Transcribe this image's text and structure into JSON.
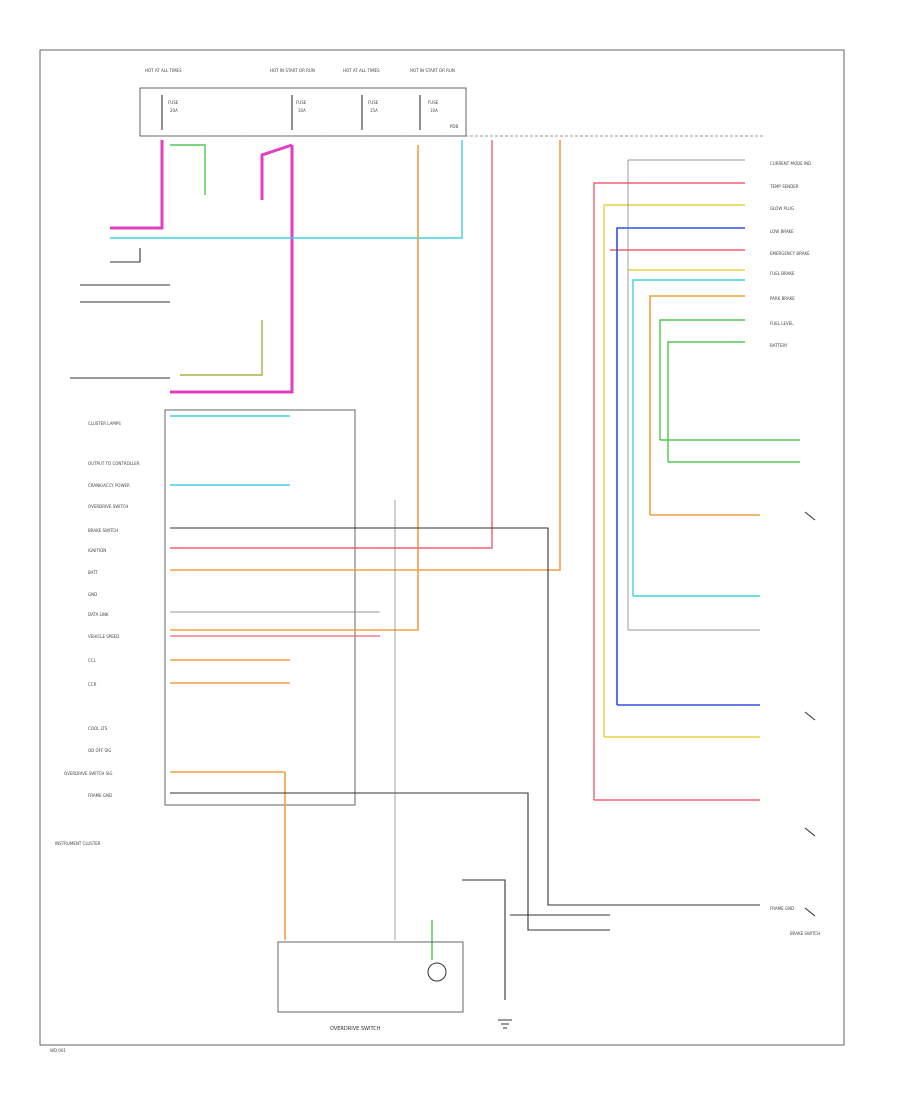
{
  "fuses": [
    {
      "top": "HOT AT ALL TIMES",
      "name": "FUSE",
      "amp": "20A"
    },
    {
      "top": "HOT IN START OR RUN",
      "name": "FUSE",
      "amp": "10A"
    },
    {
      "top": "HOT AT ALL TIMES",
      "name": "FUSE",
      "amp": "15A"
    },
    {
      "top": "HOT IN START OR RUN",
      "name": "FUSE",
      "amp": "10A"
    }
  ],
  "fuse_box_label": "PDB",
  "left_signals": [
    "CLUSTER LAMPS",
    "OUTPUT TO CONTROLLER",
    "CRANK/ACCY POWER",
    "OVERDRIVE SWITCH",
    "BRAKE SWITCH",
    "IGNITION",
    "BATT",
    "GND",
    "DATA LINK",
    "VEHICLE SPEED",
    "CCL",
    "CCR",
    "COOL LTS",
    "OD OFF SIG",
    "OVERDRIVE SWITCH SIG",
    "FRAME GND"
  ],
  "right_signals": [
    "CURRENT MODE IND",
    "TEMP SENDER",
    "GLOW PLUG",
    "LOW BRAKE",
    "EMERGENCY BRAKE",
    "FUEL BRAKE",
    "PARK BRAKE",
    "FUEL LEVEL",
    "BATTERY",
    "FRAME GND"
  ],
  "components": {
    "instrument_cluster": "INSTRUMENT CLUSTER",
    "overdrive_switch": "OVERDRIVE SWITCH",
    "brake_switch": "BRAKE SWITCH",
    "figure_id": "WD 001"
  },
  "colors": {
    "pink": "#e040c0",
    "cyan": "#40d0e0",
    "orange": "#f0a040",
    "salmon": "#f06070",
    "green": "#50c850",
    "yellow": "#e8d040",
    "blue": "#3050e0",
    "olive": "#a8b040",
    "black": "#333333",
    "gray": "#888888"
  }
}
